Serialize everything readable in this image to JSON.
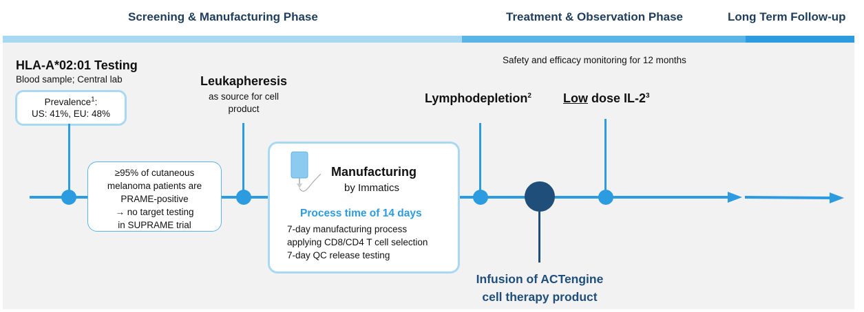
{
  "phases": {
    "screening": "Screening & Manufacturing Phase",
    "treatment": "Treatment & Observation Phase",
    "followup": "Long Term Follow-up"
  },
  "safety_note": "Safety and efficacy monitoring for 12 months",
  "hla": {
    "title": "HLA-A*02:01 Testing",
    "subtitle": "Blood sample; Central lab",
    "prevalence_label": "Prevalence",
    "prevalence_sup": "1",
    "prevalence_colon": ":",
    "prevalence_values": "US: 41%, EU: 48%"
  },
  "prame_box": {
    "line1": "≥95% of cutaneous",
    "line2": "melanoma patients are",
    "line3": "PRAME-positive",
    "line4_arrow": "→",
    "line4": " no target testing",
    "line5": "in SUPRAME trial"
  },
  "leukapheresis": {
    "title": "Leukapheresis",
    "sub1": "as source for cell",
    "sub2": "product"
  },
  "manufacturing": {
    "title": "Manufacturing",
    "by": "by Immatics",
    "process_time": "Process time of 14 days",
    "line1": "7-day manufacturing process",
    "line2": "applying CD8/CD4 T cell selection",
    "line3": "7-day QC release testing"
  },
  "lymphodepletion": {
    "label": "Lymphodepletion",
    "sup": "2"
  },
  "il2": {
    "underlined": "Low",
    "rest": " dose IL-2",
    "sup": "3"
  },
  "infusion": {
    "line1": "Infusion of ACTengine",
    "line2": "cell therapy product"
  },
  "colors": {
    "bar_light": "#a8d8f2",
    "bar_mid": "#5bb4e6",
    "bar_dark": "#2d9be0",
    "timeline": "#2d9be0",
    "infusion_dot": "#1f4e7a",
    "accent_text": "#2d9be0",
    "dark_text": "#1f3d5c"
  }
}
